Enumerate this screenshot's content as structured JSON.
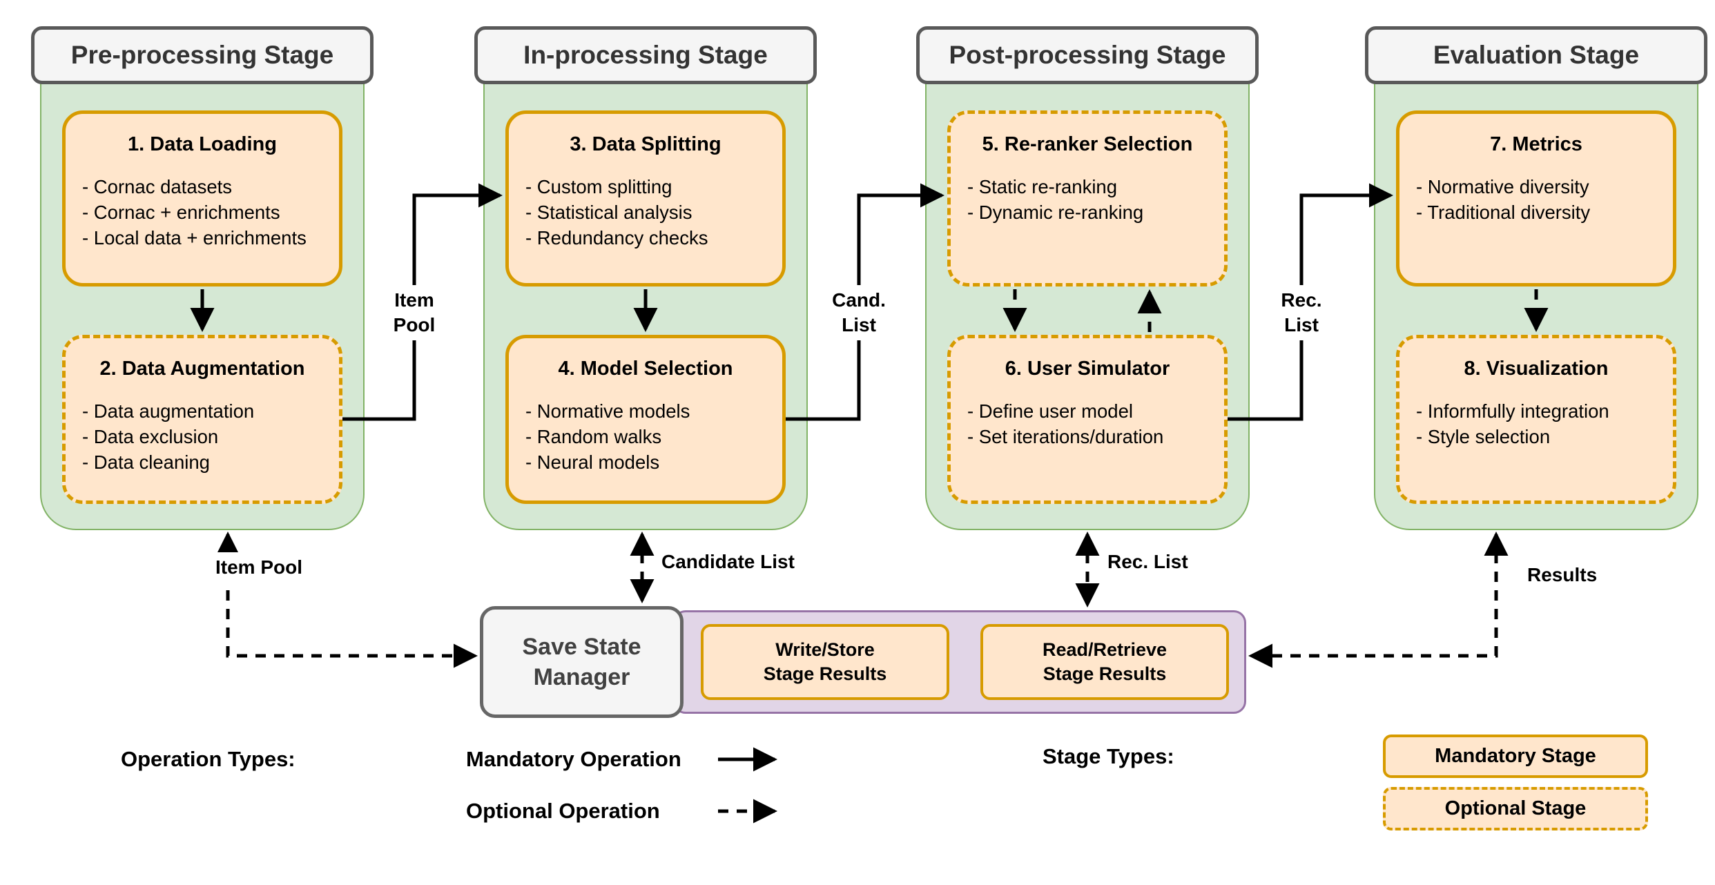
{
  "stages": [
    {
      "header": "Pre-processing Stage",
      "boxes": [
        {
          "title": "1. Data Loading",
          "style": "mandatory",
          "items": [
            "- Cornac datasets",
            "- Cornac + enrichments",
            "- Local data + enrichments"
          ]
        },
        {
          "title": "2. Data Augmentation",
          "style": "optional",
          "items": [
            "- Data augmentation",
            "- Data exclusion",
            "- Data cleaning"
          ]
        }
      ]
    },
    {
      "header": "In-processing Stage",
      "boxes": [
        {
          "title": "3. Data Splitting",
          "style": "mandatory",
          "items": [
            "- Custom splitting",
            "- Statistical analysis",
            "- Redundancy checks"
          ]
        },
        {
          "title": "4. Model Selection",
          "style": "mandatory",
          "items": [
            "- Normative models",
            "- Random walks",
            "- Neural models"
          ]
        }
      ]
    },
    {
      "header": "Post-processing Stage",
      "boxes": [
        {
          "title": "5. Re-ranker Selection",
          "style": "optional",
          "items": [
            "- Static re-ranking",
            "- Dynamic re-ranking"
          ]
        },
        {
          "title": "6. User Simulator",
          "style": "optional",
          "items": [
            "- Define user model",
            "- Set iterations/duration"
          ]
        }
      ]
    },
    {
      "header": "Evaluation Stage",
      "boxes": [
        {
          "title": "7. Metrics",
          "style": "mandatory",
          "items": [
            "- Normative diversity",
            "- Traditional diversity"
          ]
        },
        {
          "title": "8. Visualization",
          "style": "optional",
          "items": [
            "- Informfully integration",
            "- Style selection"
          ]
        }
      ]
    }
  ],
  "flow_labels": {
    "item_pool_line1": "Item",
    "item_pool_line2": "Pool",
    "cand_list_line1": "Cand.",
    "cand_list_line2": "List",
    "rec_list_line1": "Rec.",
    "rec_list_line2": "List",
    "item_pool": "Item Pool",
    "candidate_list": "Candidate List",
    "rec_list": "Rec. List",
    "results": "Results"
  },
  "save_state": {
    "manager_line1": "Save State",
    "manager_line2": "Manager",
    "write_line1": "Write/Store",
    "write_line2": "Stage Results",
    "read_line1": "Read/Retrieve",
    "read_line2": "Stage Results"
  },
  "legend": {
    "operation_types": "Operation Types:",
    "mandatory_operation": "Mandatory Operation",
    "optional_operation": "Optional Operation",
    "stage_types": "Stage Types:",
    "mandatory_stage": "Mandatory Stage",
    "optional_stage": "Optional Stage"
  },
  "colors": {
    "stage_fill": "#d5e8d4",
    "stage_border": "#82b366",
    "node_fill": "#ffe6cc",
    "node_border": "#d79b00",
    "header_fill": "#f5f5f5",
    "header_border": "#595959",
    "store_fill": "#e1d5e7",
    "store_border": "#9673a6",
    "arrow": "#000000"
  }
}
